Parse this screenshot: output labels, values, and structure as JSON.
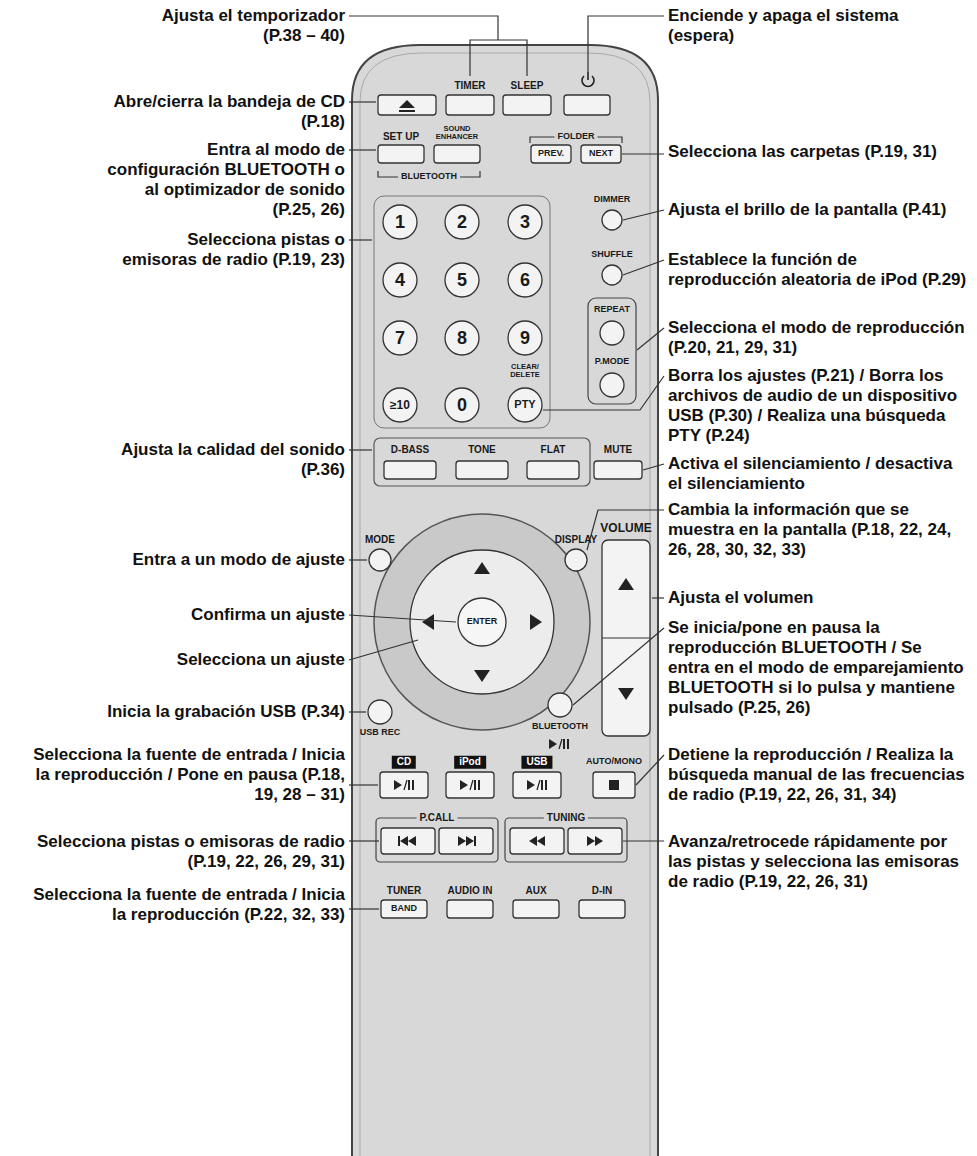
{
  "diagram": {
    "labels": [
      "Ajusta el temporizador (P.38 – 40)",
      "Enciende y apaga el sistema (espera)",
      "Abre/cierra la bandeja de CD (P.18)",
      "Entra al modo de configuración BLUETOOTH o al optimizador de sonido (P.25, 26)",
      "Selecciona las carpetas (P.19, 31)",
      "Selecciona pistas o emisoras de radio (P.19, 23)",
      "Ajusta el brillo de la pantalla (P.41)",
      "Establece la función de reproducción aleatoria de iPod (P.29)",
      "Selecciona el modo de reproducción (P.20, 21, 29, 31)",
      "Borra los ajustes (P.21) / Borra los archivos de audio de un dispositivo USB (P.30) / Realiza una búsqueda PTY (P.24)",
      "Ajusta la calidad del sonido (P.36)",
      "Activa el silenciamiento / desactiva el silenciamiento",
      "Entra a un modo de ajuste",
      "Cambia la información que se muestra en la pantalla (P.18, 22, 24, 26, 28, 30, 32, 33)",
      "Confirma un ajuste",
      "Ajusta el volumen",
      "Selecciona un ajuste",
      "Se inicia/pone en pausa la reproducción BLUETOOTH / Se entra en el modo de emparejamiento BLUETOOTH si lo pulsa y mantiene pulsado (P.25, 26)",
      "Inicia la grabación USB (P.34)",
      "Selecciona la fuente de entrada / Inicia la reproducción / Pone en pausa (P.18, 19, 28 – 31)",
      "Detiene la reproducción / Realiza la búsqueda manual de las frecuencias de radio (P.19, 22, 26, 31, 34)",
      "Selecciona pistas o emisoras de radio (P.19, 22, 26, 29, 31)",
      "Avanza/retrocede rápidamente por las pistas y selecciona las emisoras de radio (P.19, 22, 26, 31)",
      "Selecciona la fuente de entrada / Inicia la reproducción (P.22, 32, 33)",
      "TIMER",
      "SLEEP",
      "SET UP",
      "SOUND ENHANCER",
      "FOLDER",
      "PREV.",
      "NEXT",
      "BLUETOOTH",
      "DIMMER",
      "1",
      "2",
      "3",
      "SHUFFLE",
      "4",
      "5",
      "6",
      "REPEAT",
      "7",
      "8",
      "9",
      "CLEAR/ DELETE",
      "P.MODE",
      "≥10",
      "0",
      "PTY",
      "D-BASS",
      "TONE",
      "FLAT",
      "MUTE",
      "MODE",
      "DISPLAY",
      "VOLUME",
      "ENTER",
      "USB REC",
      "BLUETOOTH",
      "CD",
      "iPod",
      "USB",
      "AUTO/MONO",
      "P.CALL",
      "TUNING",
      "TUNER",
      "BAND",
      "AUDIO IN",
      "AUX",
      "D-IN"
    ]
  }
}
